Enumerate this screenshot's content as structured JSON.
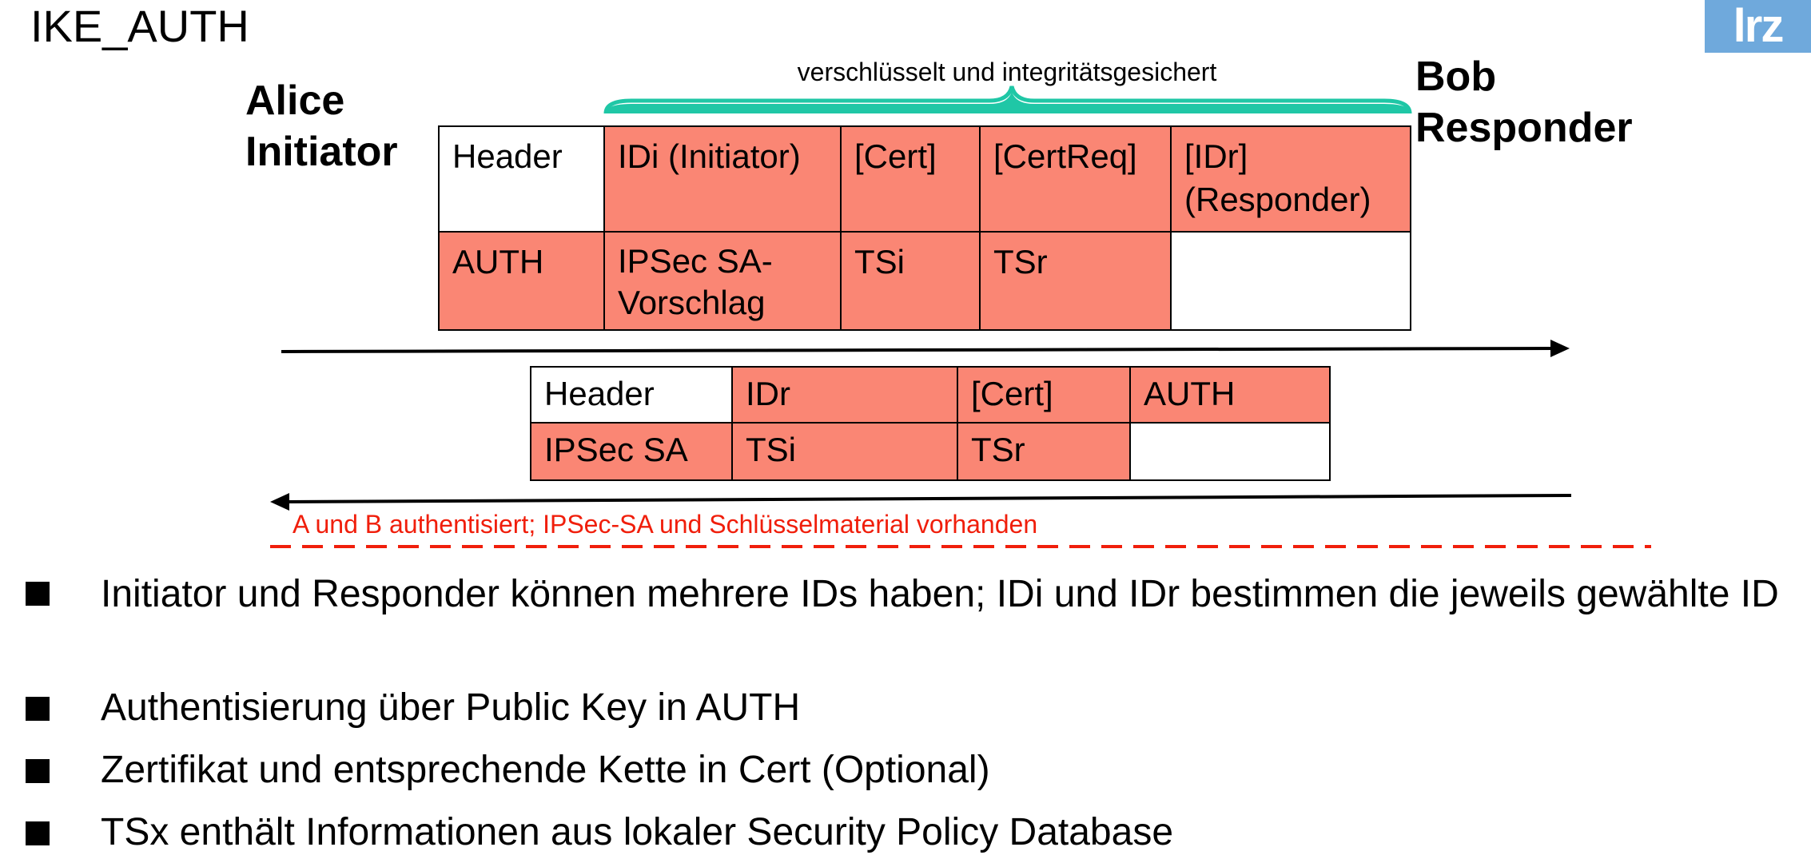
{
  "slide": {
    "title": "IKE_AUTH",
    "logo_text": "lrz"
  },
  "diagram": {
    "initiator": {
      "name": "Alice",
      "role": "Initiator"
    },
    "responder": {
      "name": "Bob",
      "role": "Responder"
    },
    "brace_label": "verschlüsselt und integritätsgesichert",
    "message1": {
      "row1": [
        "Header",
        "IDi (Initiator)",
        "[Cert]",
        "[CertReq]",
        "[IDr]\n(Responder)"
      ],
      "row2": [
        "AUTH",
        "IPSec SA-\nVorschlag",
        "TSi",
        "TSr",
        ""
      ]
    },
    "message2": {
      "row1": [
        "Header",
        "IDr",
        "[Cert]",
        "AUTH"
      ],
      "row2": [
        "IPSec SA",
        "TSi",
        "TSr",
        ""
      ]
    },
    "status_text": "A und B authentisiert; IPSec-SA und Schlüsselmaterial vorhanden",
    "colors": {
      "highlight": "#fa8674",
      "brace": "#1fc7a6",
      "status": "#f01e0b",
      "logo": "#6fa9dc"
    }
  },
  "bullets": [
    "Initiator und Responder können mehrere IDs haben; IDi und IDr bestimmen die jeweils gewählte ID",
    "Authentisierung über Public Key in AUTH",
    "Zertifikat und entsprechende Kette in Cert (Optional)",
    "TSx enthält Informationen aus lokaler Security Policy Database"
  ]
}
